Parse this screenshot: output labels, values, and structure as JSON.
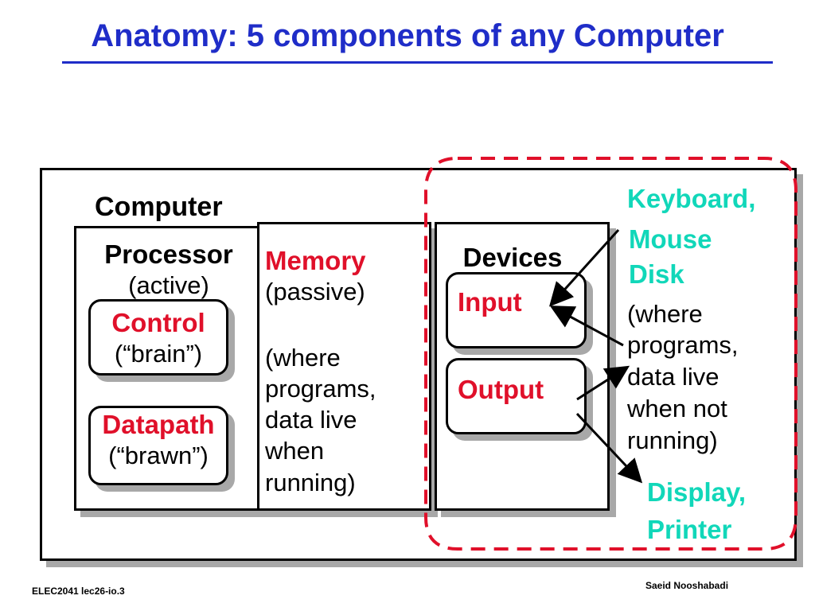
{
  "slide": {
    "title": "Anatomy: 5 components of any Computer"
  },
  "computer": {
    "label": "Computer",
    "processor": {
      "label": "Processor",
      "sub": "(active)",
      "control": {
        "label": "Control",
        "sub": "(“brain”)"
      },
      "datapath": {
        "label": "Datapath",
        "sub": "(“brawn”)"
      }
    },
    "memory": {
      "label": "Memory",
      "sub": "(passive)",
      "desc_lines": [
        "(where",
        "programs,",
        "data live",
        "when",
        "running)"
      ]
    },
    "devices": {
      "label": "Devices",
      "input": "Input",
      "output": "Output"
    }
  },
  "external": {
    "input_devices": [
      "Keyboard,",
      "Mouse"
    ],
    "disk": "Disk",
    "disk_desc_lines": [
      "(where",
      "programs,",
      "data live",
      "when not",
      "running)"
    ],
    "output_devices": [
      "Display,",
      "Printer"
    ]
  },
  "footer": {
    "left": "ELEC2041 lec26-io.3",
    "right": "Saeid Nooshabadi"
  },
  "colors": {
    "title": "#1f2dc8",
    "component": "#e0102a",
    "external": "#11d7b9",
    "dashed_outline": "#e0102a",
    "shadow": "#a8a8a8"
  }
}
